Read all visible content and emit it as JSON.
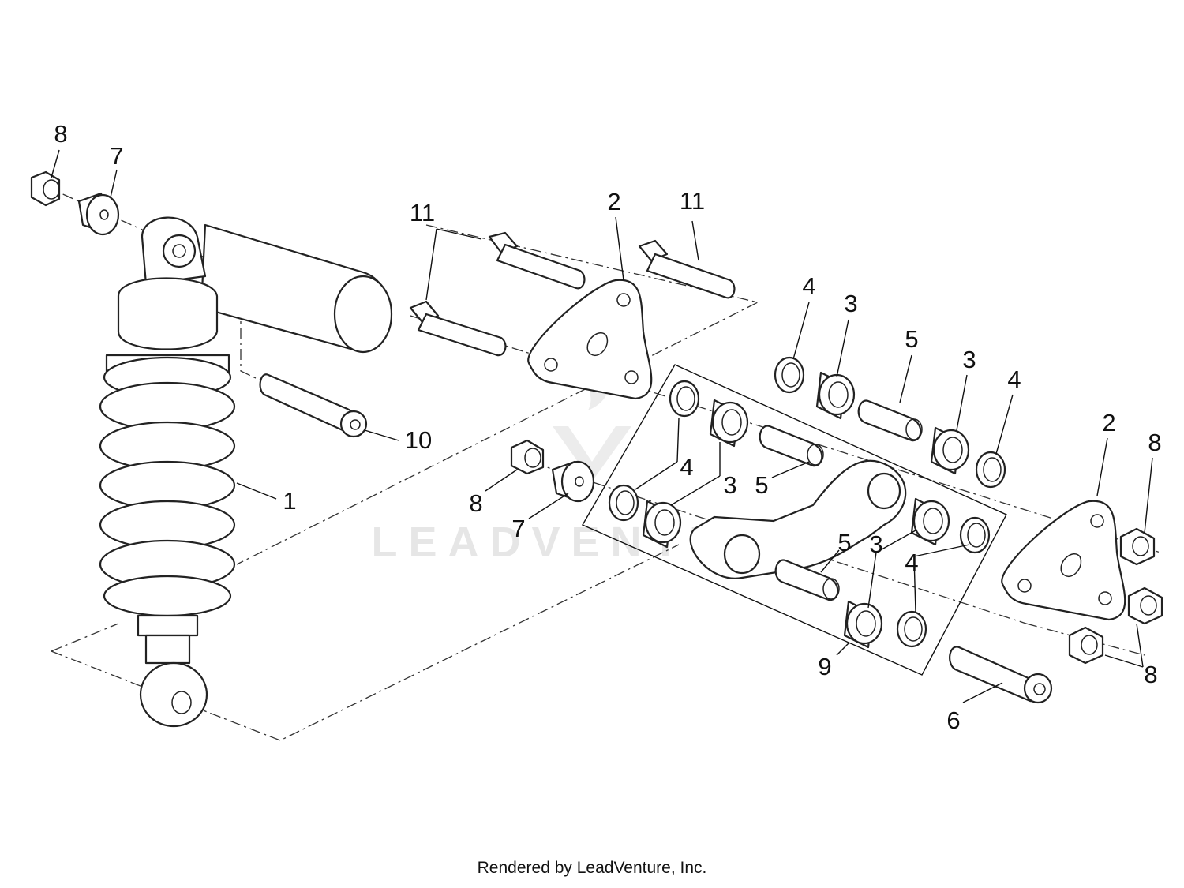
{
  "watermark": {
    "text": "LEADVENTURE"
  },
  "callouts": [
    {
      "id": "c8a",
      "text": "8"
    },
    {
      "id": "c7a",
      "text": "7"
    },
    {
      "id": "c11a",
      "text": "11"
    },
    {
      "id": "c2a",
      "text": "2"
    },
    {
      "id": "c11b",
      "text": "11"
    },
    {
      "id": "c4a",
      "text": "4"
    },
    {
      "id": "c3a",
      "text": "3"
    },
    {
      "id": "c5a",
      "text": "5"
    },
    {
      "id": "c3b",
      "text": "3"
    },
    {
      "id": "c4b",
      "text": "4"
    },
    {
      "id": "c2b",
      "text": "2"
    },
    {
      "id": "c8b",
      "text": "8"
    },
    {
      "id": "c10",
      "text": "10"
    },
    {
      "id": "c1",
      "text": "1"
    },
    {
      "id": "c4c",
      "text": "4"
    },
    {
      "id": "c3c",
      "text": "3"
    },
    {
      "id": "c5b",
      "text": "5"
    },
    {
      "id": "c8c",
      "text": "8"
    },
    {
      "id": "c7b",
      "text": "7"
    },
    {
      "id": "c5c",
      "text": "5"
    },
    {
      "id": "c3d",
      "text": "3"
    },
    {
      "id": "c4d",
      "text": "4"
    },
    {
      "id": "c9",
      "text": "9"
    },
    {
      "id": "c8d",
      "text": "8"
    },
    {
      "id": "c6",
      "text": "6"
    }
  ],
  "footer": {
    "text": "Rendered by LeadVenture, Inc."
  }
}
